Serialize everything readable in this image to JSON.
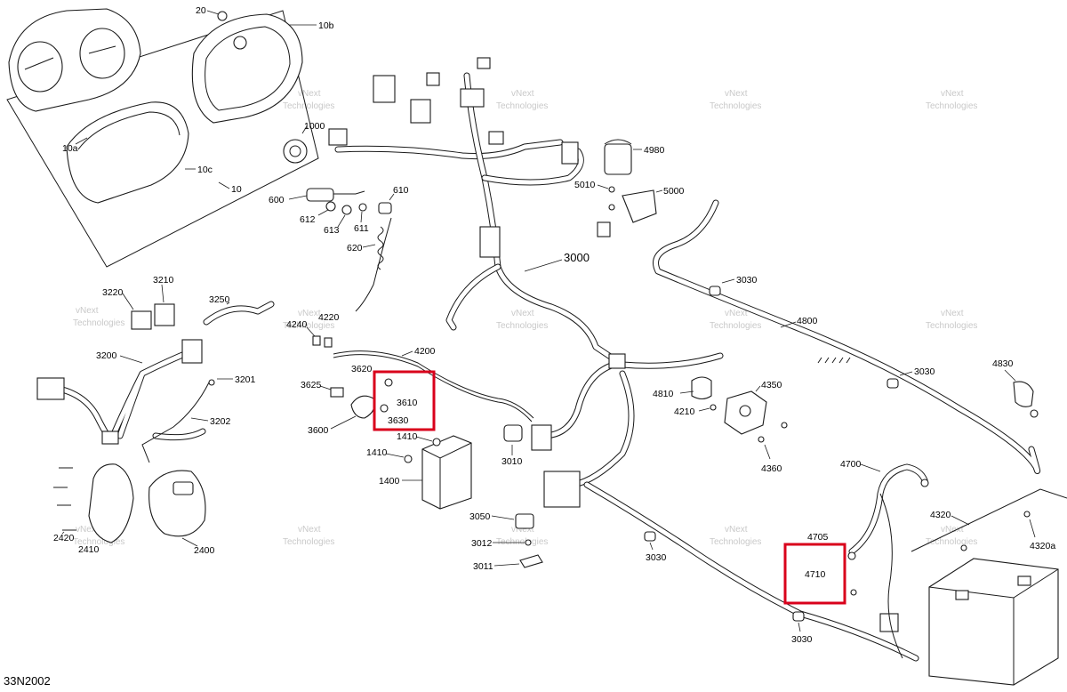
{
  "diagram_code": "33N2002",
  "watermark": {
    "line1": "vNext",
    "line2": "Technologies",
    "combined": "vNext Technologies"
  },
  "callouts": {
    "c20": "20",
    "c10b": "10b",
    "c10a": "10a",
    "c10c": "10c",
    "c10": "10",
    "c1000": "1000",
    "c600": "600",
    "c610": "610",
    "c612": "612",
    "c613": "613",
    "c611": "611",
    "c620": "620",
    "c3220": "3220",
    "c3210": "3210",
    "c3250": "3250",
    "c4240": "4240",
    "c4220": "4220",
    "c4200": "4200",
    "c3200": "3200",
    "c3201": "3201",
    "c3202": "3202",
    "c3625": "3625",
    "c3620": "3620",
    "c3610": "3610",
    "c3630": "3630",
    "c3600": "3600",
    "c1410a": "1410",
    "c1410b": "1410",
    "c1400": "1400",
    "c3010": "3010",
    "c2420": "2420",
    "c2410": "2410",
    "c2400": "2400",
    "c3000": "3000",
    "c4980": "4980",
    "c5010": "5010",
    "c5000": "5000",
    "c3030a": "3030",
    "c4800": "4800",
    "c3030b": "3030",
    "c4830": "4830",
    "c4810": "4810",
    "c4210": "4210",
    "c4350": "4350",
    "c4360": "4360",
    "c4700": "4700",
    "c4320": "4320",
    "c4320a": "4320a",
    "c4705": "4705",
    "c4710": "4710",
    "c3050": "3050",
    "c3012": "3012",
    "c3011": "3011",
    "c3030c": "3030",
    "c3030d": "3030"
  },
  "highlight_color": "#d9001b"
}
